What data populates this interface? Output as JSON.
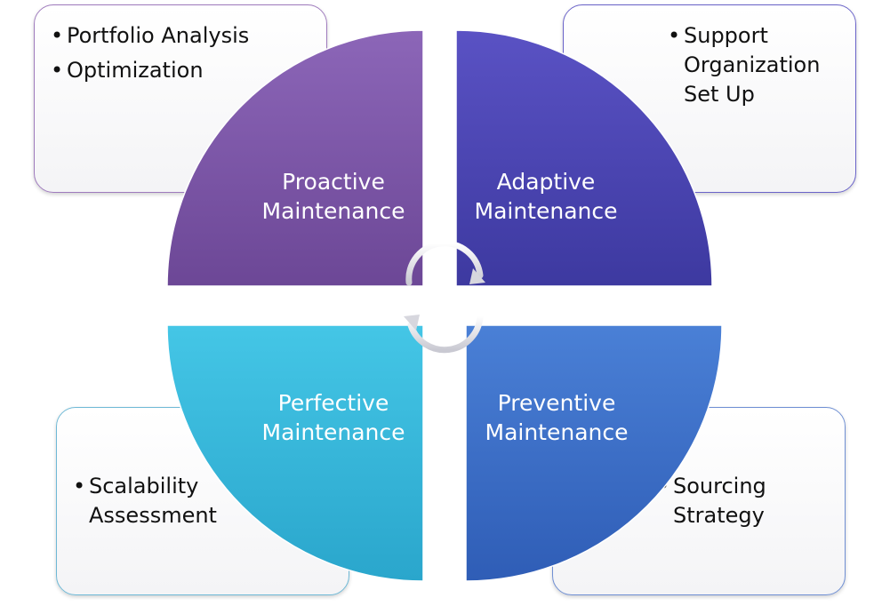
{
  "quadrants": {
    "top_left": {
      "title": "Proactive\nMaintenance",
      "bullets": [
        "Portfolio Analysis",
        "Optimization"
      ]
    },
    "top_right": {
      "title": "Adaptive\nMaintenance",
      "bullets": [
        "Support Organization Set Up"
      ]
    },
    "bottom_left": {
      "title": "Perfective\nMaintenance",
      "bullets": [
        "Scalability Assessment"
      ]
    },
    "bottom_right": {
      "title": "Preventive\nMaintenance",
      "bullets": [
        "Sourcing Strategy"
      ]
    }
  },
  "colors": {
    "proactive": "#7b55a8",
    "adaptive": "#4a45b6",
    "perfective": "#35b5d9",
    "preventive": "#3b6fc9"
  },
  "icons": [
    "circular-arrow-icon"
  ]
}
